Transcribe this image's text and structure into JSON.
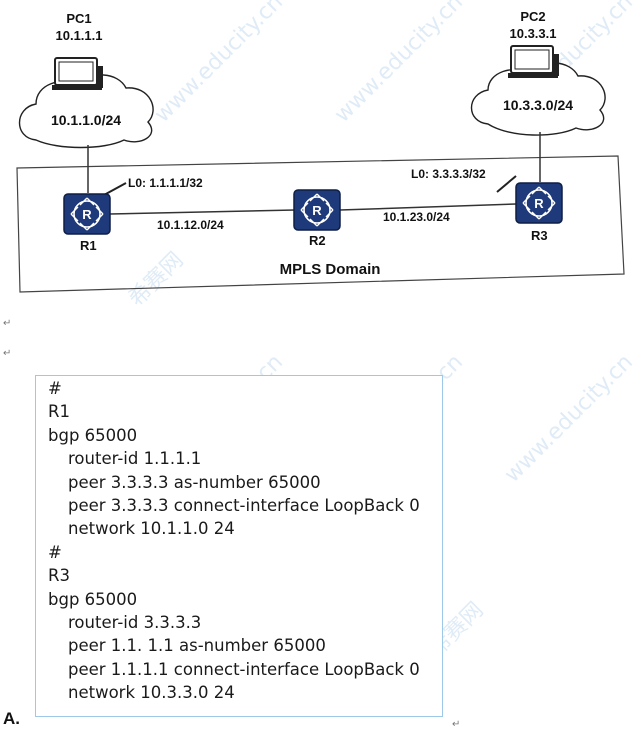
{
  "topology": {
    "pc1": {
      "name": "PC1",
      "ip": "10.1.1.1",
      "network": "10.1.1.0/24"
    },
    "pc2": {
      "name": "PC2",
      "ip": "10.3.3.1",
      "network": "10.3.3.0/24"
    },
    "r1": {
      "name": "R1",
      "loopback": "L0: 1.1.1.1/32"
    },
    "r2": {
      "name": "R2"
    },
    "r3": {
      "name": "R3",
      "loopback": "L0: 3.3.3.3/32"
    },
    "link_r1_r2": "10.1.12.0/24",
    "link_r2_r3": "10.1.23.0/24",
    "domain_label": "MPLS Domain",
    "router_glyph": "R"
  },
  "config": {
    "lines": [
      "#",
      "R1",
      "bgp 65000",
      "  router-id 1.1.1.1",
      "  peer 3.3.3.3 as-number 65000",
      "  peer 3.3.3.3 connect-interface LoopBack 0",
      "  network 10.1.1.0 24",
      "#",
      "R3",
      "bgp 65000",
      "  router-id 3.3.3.3",
      "  peer 1.1. 1.1 as-number 65000",
      "  peer 1.1.1.1 connect-interface LoopBack 0",
      "  network 10.3.3.0 24"
    ]
  },
  "option_label": "A.",
  "return_mark": "↵",
  "watermark": {
    "text": "www.educity.cn",
    "brand": "希赛网"
  },
  "colors": {
    "router_fill": "#1f3a7a",
    "box_border": "#9ec8e8",
    "line": "#333333"
  }
}
